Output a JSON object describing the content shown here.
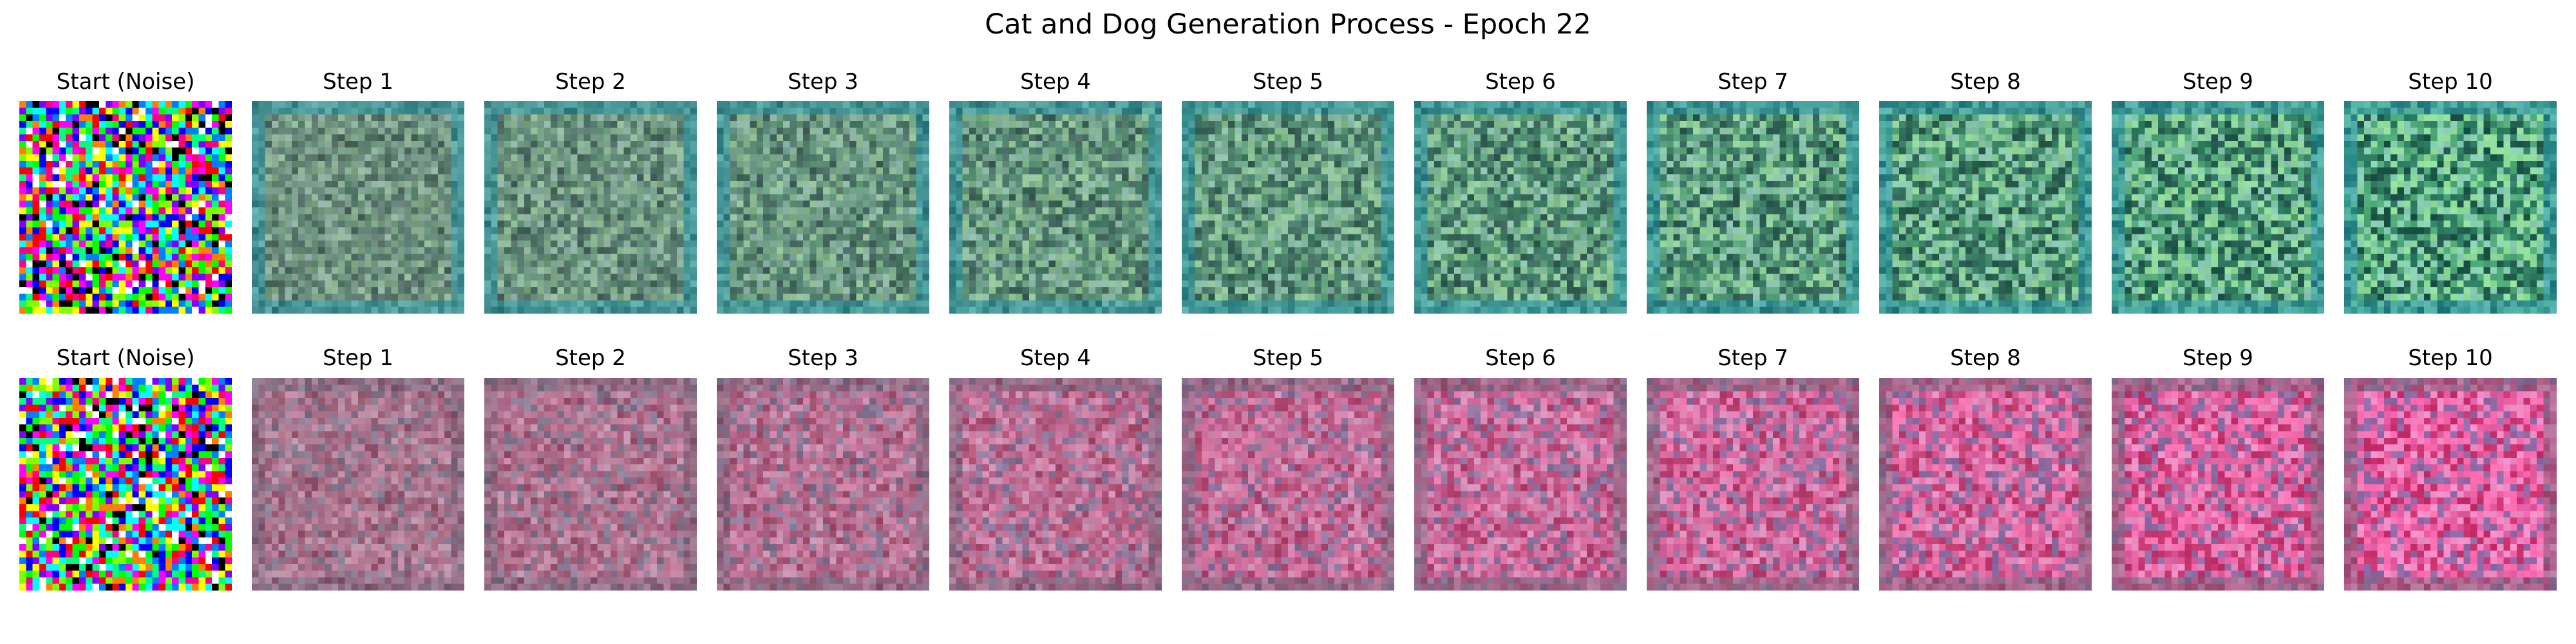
{
  "figure": {
    "title": "Cat and Dog Generation Process - Epoch 22"
  },
  "rows": [
    {
      "theme": "green",
      "palette": [
        "#2e7c61",
        "#4fa878",
        "#8fdc9a",
        "#1d5648",
        "#88ceb3"
      ],
      "panels": [
        {
          "title": "Start (Noise)",
          "kind": "noise"
        },
        {
          "title": "Step 1",
          "kind": "diffusion"
        },
        {
          "title": "Step 2",
          "kind": "diffusion"
        },
        {
          "title": "Step 3",
          "kind": "diffusion"
        },
        {
          "title": "Step 4",
          "kind": "diffusion"
        },
        {
          "title": "Step 5",
          "kind": "diffusion"
        },
        {
          "title": "Step 6",
          "kind": "diffusion"
        },
        {
          "title": "Step 7",
          "kind": "diffusion"
        },
        {
          "title": "Step 8",
          "kind": "diffusion"
        },
        {
          "title": "Step 9",
          "kind": "diffusion"
        },
        {
          "title": "Step 10",
          "kind": "diffusion"
        }
      ]
    },
    {
      "theme": "pink",
      "palette": [
        "#e25aa0",
        "#c9306e",
        "#f08cc6",
        "#8f6aa6",
        "#ff6eb2"
      ],
      "panels": [
        {
          "title": "Start (Noise)",
          "kind": "noise"
        },
        {
          "title": "Step 1",
          "kind": "diffusion"
        },
        {
          "title": "Step 2",
          "kind": "diffusion"
        },
        {
          "title": "Step 3",
          "kind": "diffusion"
        },
        {
          "title": "Step 4",
          "kind": "diffusion"
        },
        {
          "title": "Step 5",
          "kind": "diffusion"
        },
        {
          "title": "Step 6",
          "kind": "diffusion"
        },
        {
          "title": "Step 7",
          "kind": "diffusion"
        },
        {
          "title": "Step 8",
          "kind": "diffusion"
        },
        {
          "title": "Step 9",
          "kind": "diffusion"
        },
        {
          "title": "Step 10",
          "kind": "diffusion"
        }
      ]
    }
  ]
}
